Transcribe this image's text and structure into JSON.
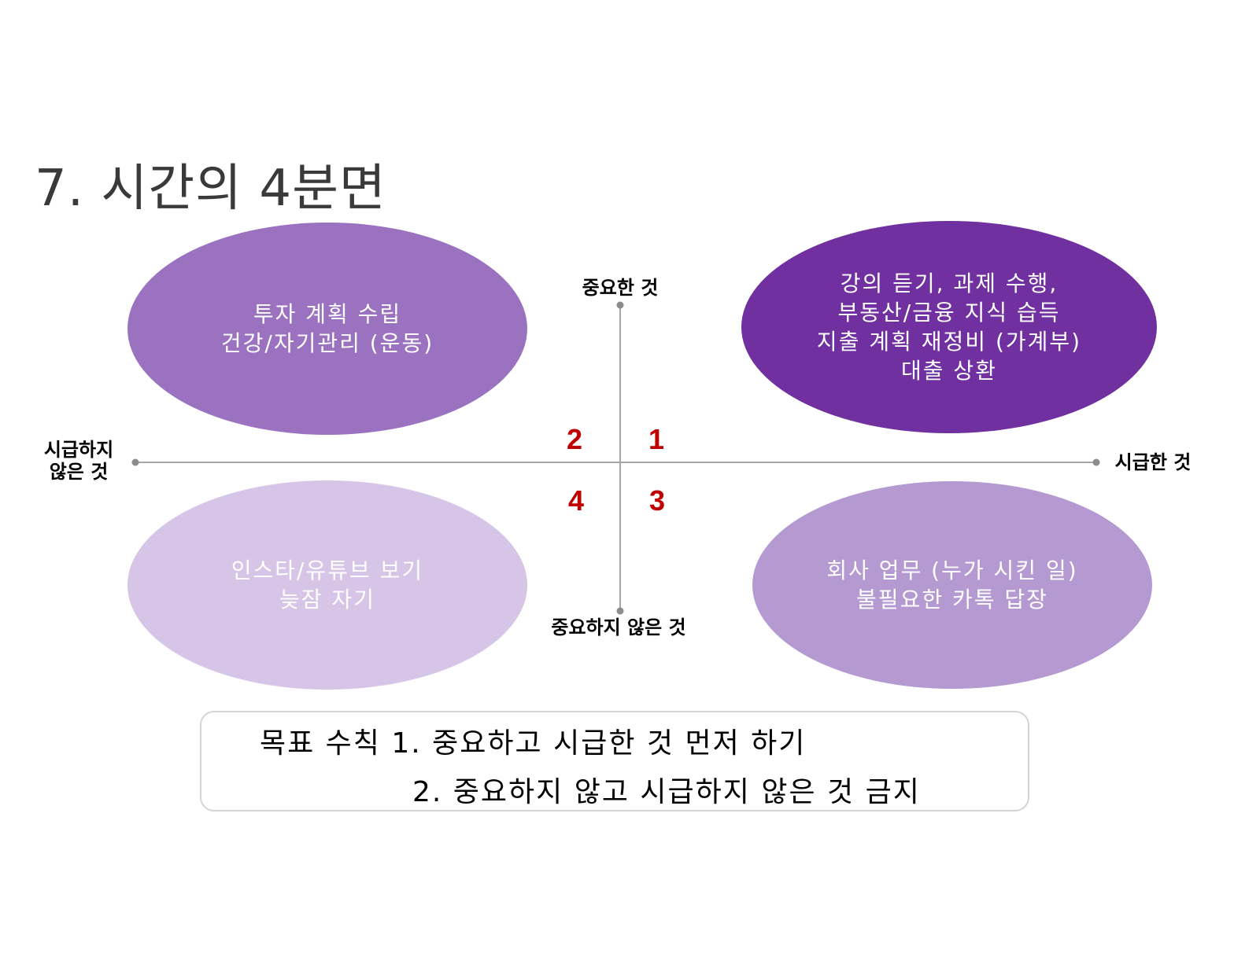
{
  "title": "7. 시간의 4분면",
  "axis_labels": {
    "top": "중요한 것",
    "bottom": "중요하지 않은 것",
    "left": [
      "시급하지",
      "않은 것"
    ],
    "right": "시급한 것"
  },
  "quadrant_numbers": {
    "q1": "1",
    "q2": "2",
    "q3": "3",
    "q4": "4"
  },
  "quadrants": {
    "q1": {
      "lines": [
        "강의 듣기, 과제 수행,",
        "부동산/금융 지식 습득",
        "지출 계획 재정비 (가계부)",
        "대출 상환"
      ]
    },
    "q2": {
      "lines": [
        "투자 계획 수립",
        "건강/자기관리 (운동)"
      ]
    },
    "q3": {
      "lines": [
        "회사 업무 (누가 시킨 일)",
        "불필요한 카톡 답장"
      ]
    },
    "q4": {
      "lines": [
        "인스타/유튜브 보기",
        "늦잠 자기"
      ]
    }
  },
  "goal": {
    "line1": "목표 수칙 1. 중요하고 시급한 것 먼저 하기",
    "line2": "2. 중요하지 않고 시급하지 않은 것 금지"
  },
  "colors": {
    "q1": "#7030a0",
    "q2": "#9b72c0",
    "q3": "#b59ad2",
    "q4": "#d6c5e6",
    "quadrant_number": "#c00000",
    "axis": "#a6a6a6",
    "title": "#3a3a3a"
  }
}
